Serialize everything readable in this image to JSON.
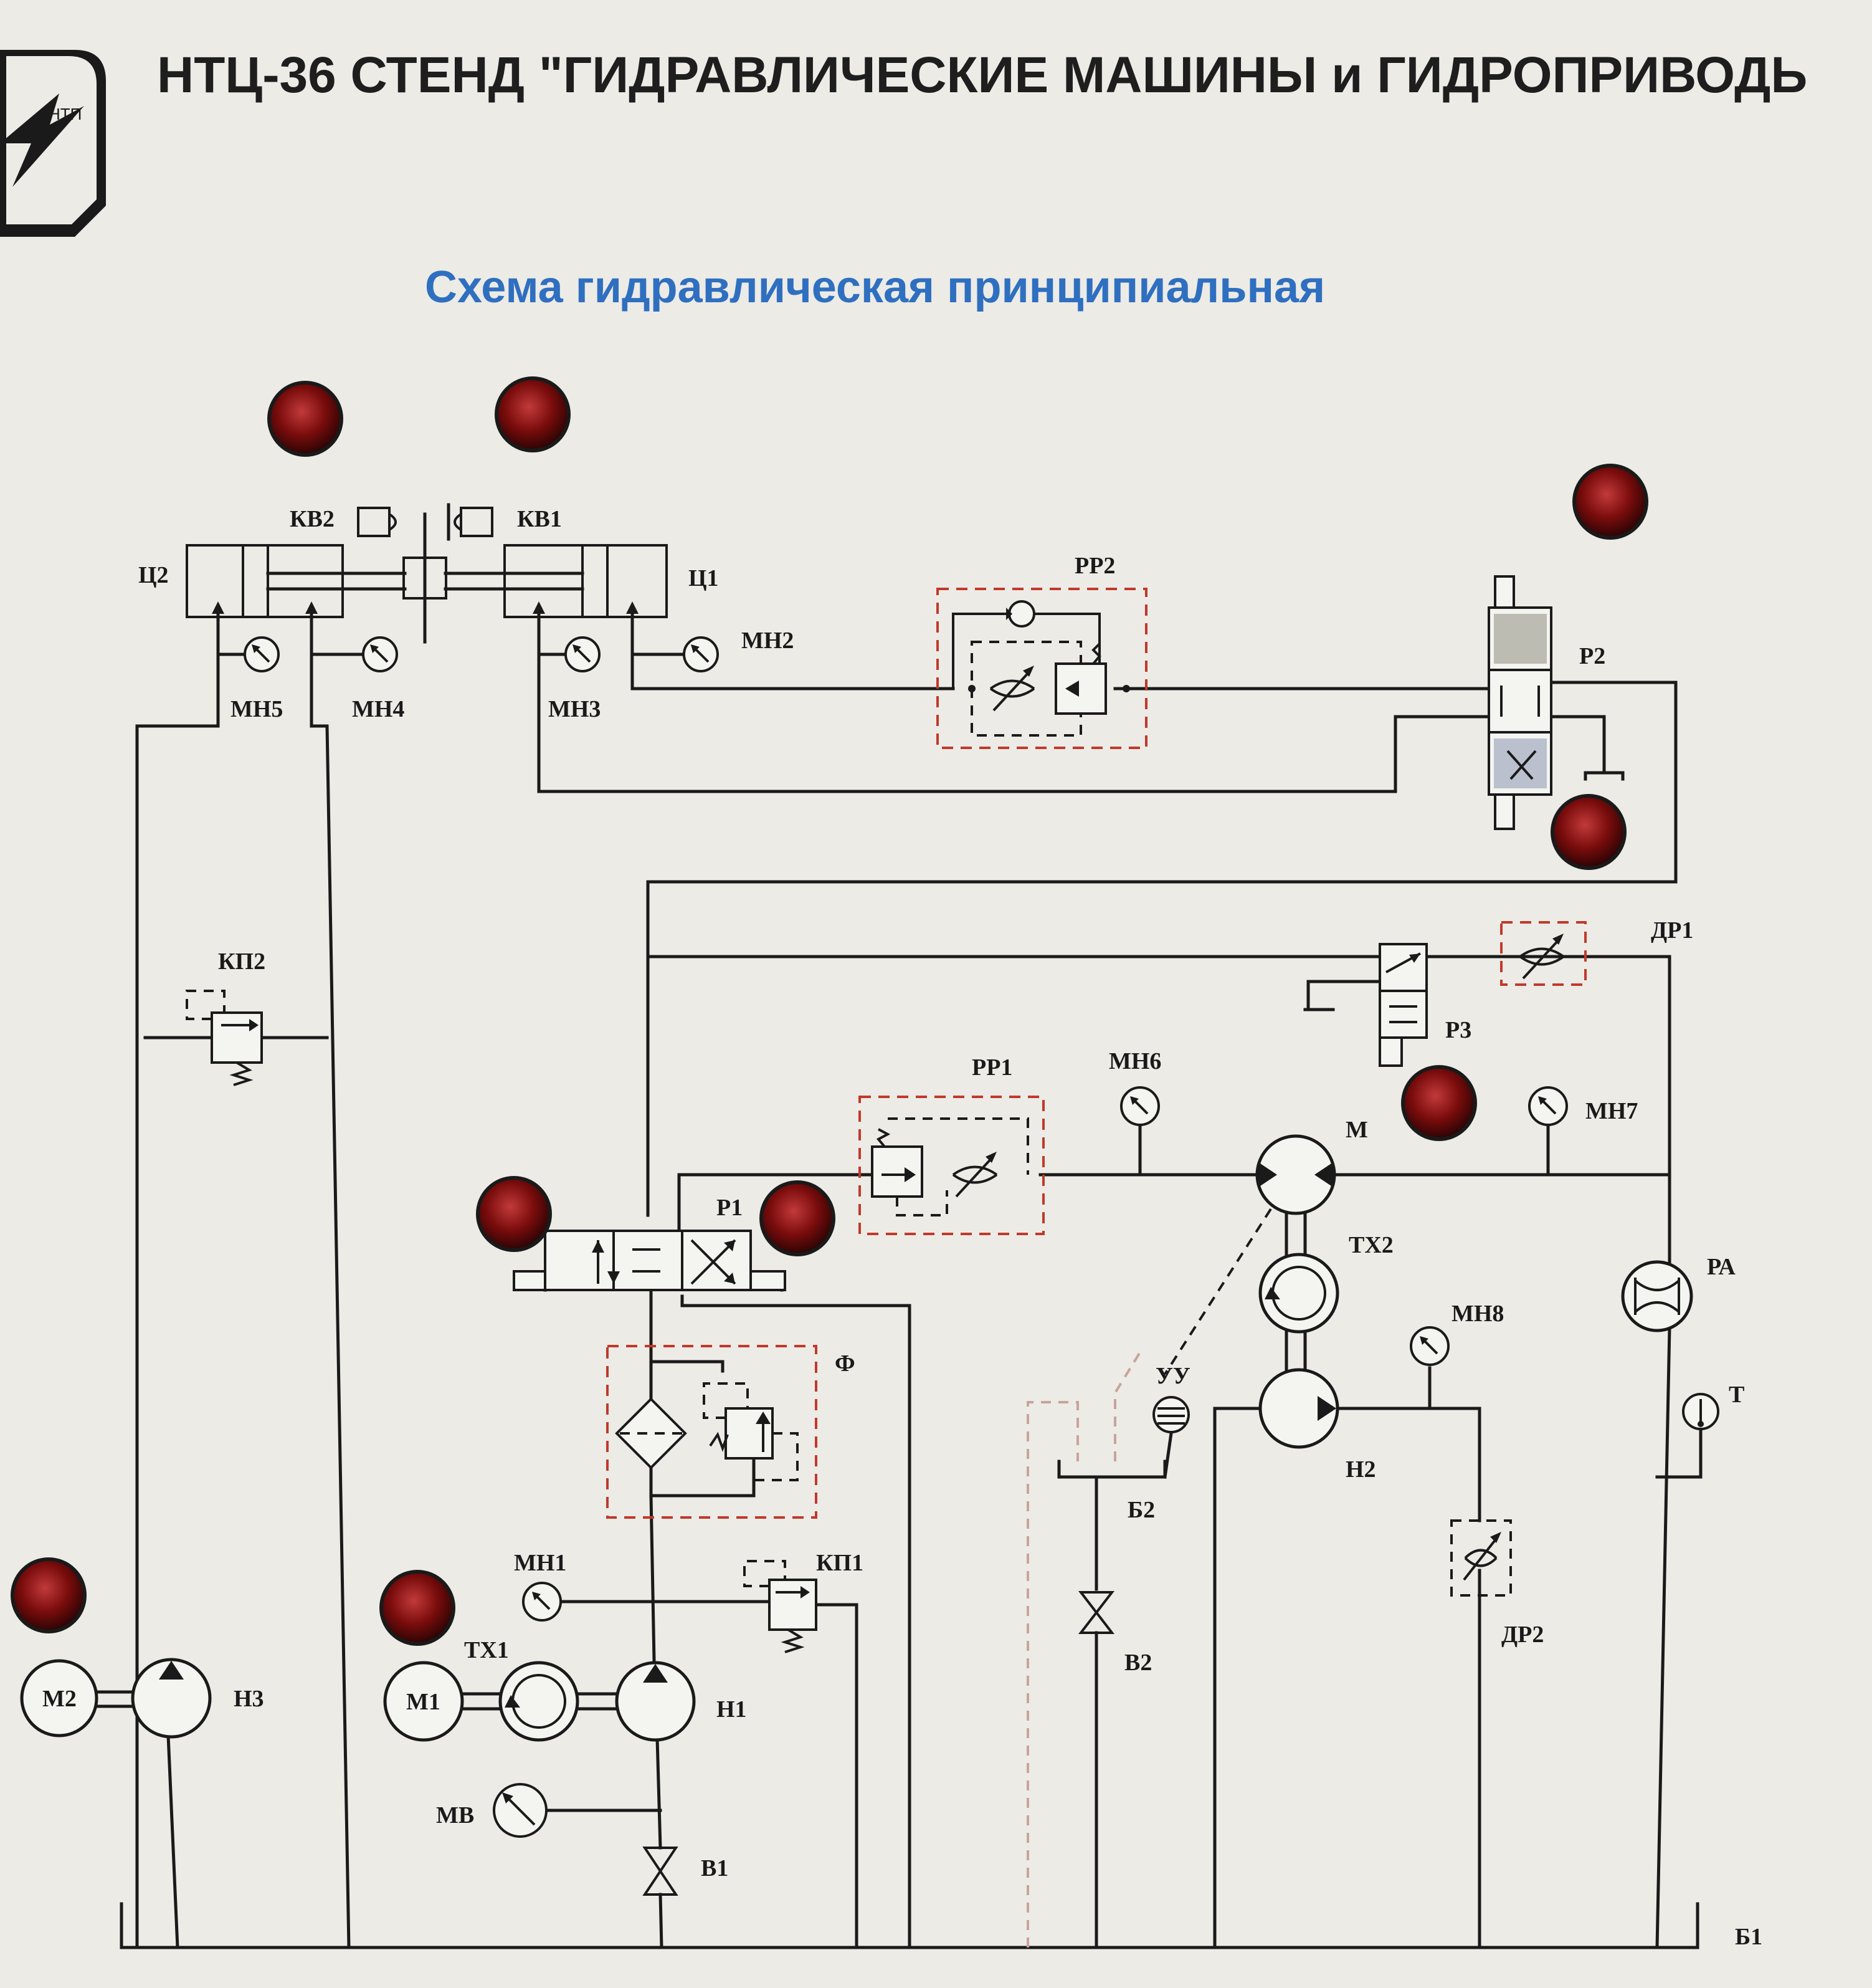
{
  "header": {
    "title": "НТЦ-36 СТЕНД \"ГИДРАВЛИЧЕСКИЕ МАШИНЫ и ГИДРОПРИВОДЬ",
    "logo_text": "НТП"
  },
  "diagram": {
    "title": "Схема  гидравлическая  принципиальная"
  },
  "labels": {
    "kv2": "КВ2",
    "kv1": "КВ1",
    "c2": "Ц2",
    "c1": "Ц1",
    "mn5": "МН5",
    "mn4": "МН4",
    "mn3": "МН3",
    "mn2": "МН2",
    "rr2": "РР2",
    "p2": "Р2",
    "kp2": "КП2",
    "dr1": "ДР1",
    "p3": "Р3",
    "rr1": "РР1",
    "mn6": "МН6",
    "mn7": "МН7",
    "m": "М",
    "p1": "Р1",
    "tx2": "ТХ2",
    "pa": "РА",
    "f": "Ф",
    "yy": "УУ",
    "mn8": "МН8",
    "t": "Т",
    "b2": "Б2",
    "h2": "Н2",
    "mn1": "МН1",
    "kp1": "КП1",
    "tx1": "ТХ1",
    "m2": "М2",
    "h3": "Н3",
    "m1": "М1",
    "h1": "Н1",
    "dr2": "ДР2",
    "v2": "В2",
    "mb": "МВ",
    "v1": "В1",
    "b1": "Б1"
  },
  "colors": {
    "panel": "#ecebe6",
    "title_blue": "#2f6fc0",
    "lamp_red": "#8e1010",
    "dash_red": "#c0392b"
  }
}
